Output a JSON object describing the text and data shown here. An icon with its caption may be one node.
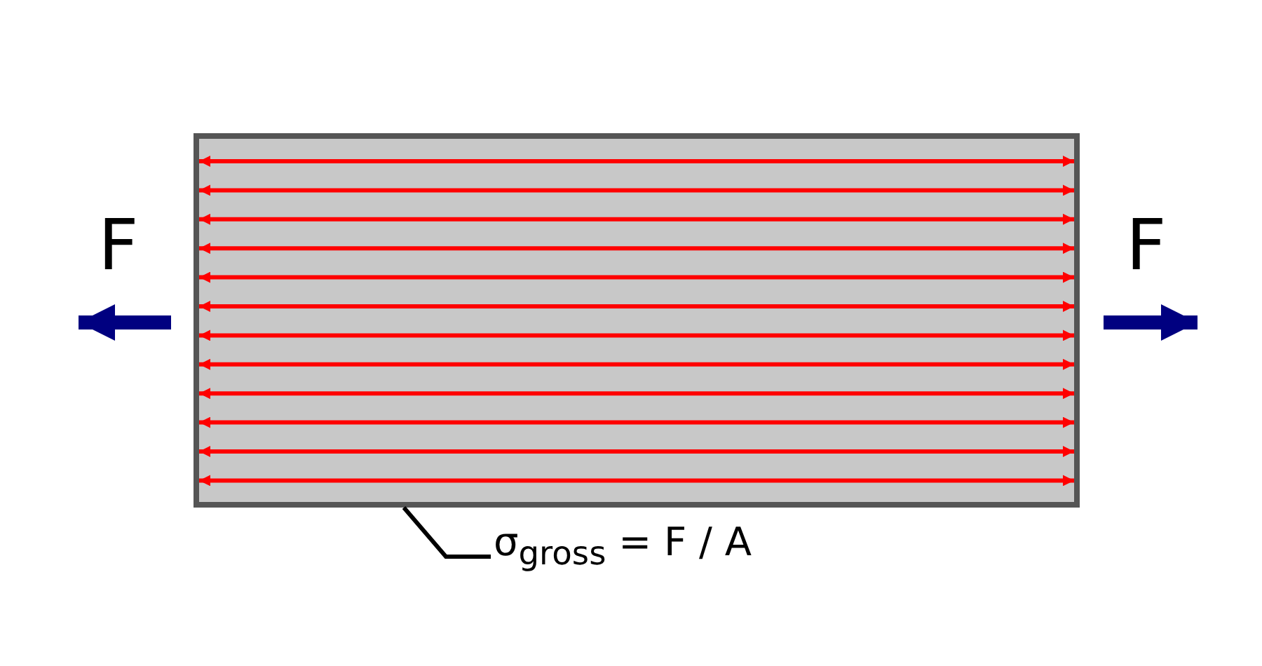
{
  "diagram": {
    "nodes": [
      {
        "text": [],
        "shape": "box"
      },
      {
        "text": [
          "σ$_{gross}$ = F / A"
        ]
      }
    ],
    "edges": [
      {
        "from": 1,
        "to": 0,
        "arrow": "none"
      }
    ],
    "labels": [
      "F",
      "F"
    ]
  }
}
